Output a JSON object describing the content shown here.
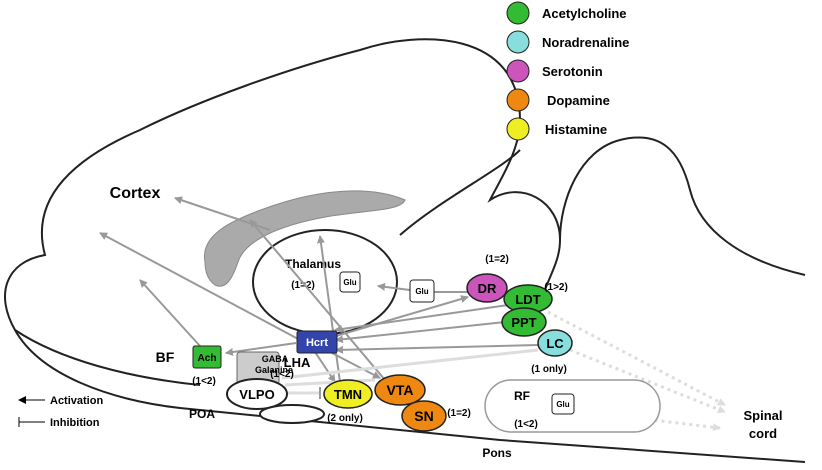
{
  "legend": [
    {
      "label": "Acetylcholine",
      "color": "#33bb33"
    },
    {
      "label": "Noradrenaline",
      "color": "#88dddd"
    },
    {
      "label": "Serotonin",
      "color": "#cc55bb"
    },
    {
      "label": "Dopamine",
      "color": "#ee8811"
    },
    {
      "label": "Histamine",
      "color": "#eeee22"
    }
  ],
  "key": {
    "activation": "Activation",
    "inhibition": "Inhibition"
  },
  "regions": {
    "cortex": "Cortex",
    "thalamus": "Thalamus",
    "thalamus_ratio": "(1=2)",
    "bf": "BF",
    "poa": "POA",
    "pons": "Pons",
    "spinal_cord_line1": "Spinal",
    "spinal_cord_line2": "cord",
    "rf": "RF",
    "rf_ratio": "(1<2)",
    "lha": "LHA"
  },
  "nodes": {
    "ach": "Ach",
    "ach_ratio": "(1<2)",
    "gaba_line1": "GABA",
    "gaba_line2": "Galanine",
    "gaba_ratio": "(1<2)",
    "vlpo": "VLPO",
    "tmn": "TMN",
    "tmn_ratio": "(2 only)",
    "vta": "VTA",
    "sn": "SN",
    "sn_ratio": "(1=2)",
    "hcrt": "Hcrt",
    "dr": "DR",
    "dr_ratio": "(1=2)",
    "ldt": "LDT",
    "ldt_ratio": "(1>2)",
    "ppt": "PPT",
    "lc": "LC",
    "lc_ratio": "(1 only)",
    "glu": "Glu"
  }
}
